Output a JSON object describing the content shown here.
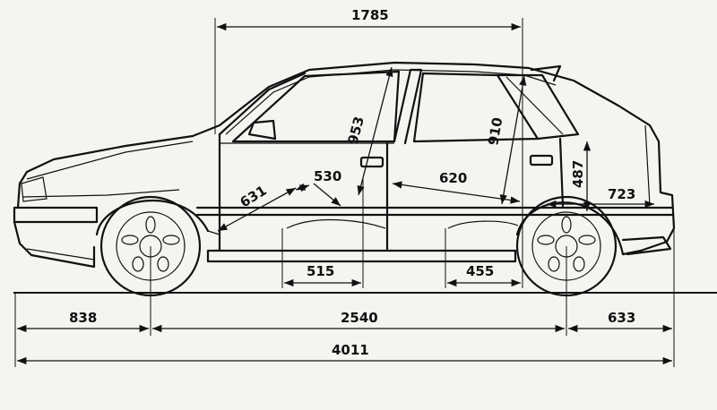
{
  "dimensions": {
    "roof_span": "1785",
    "headroom_rear": "910",
    "headroom_front": "953",
    "front_seat": "530",
    "front_legroom": "631",
    "rear_legroom": "620",
    "rear_height": "487",
    "boot_length": "723",
    "front_floor": "515",
    "rear_floor": "455",
    "front_overhang": "838",
    "wheelbase": "2540",
    "rear_overhang": "633",
    "overall_length": "4011"
  }
}
